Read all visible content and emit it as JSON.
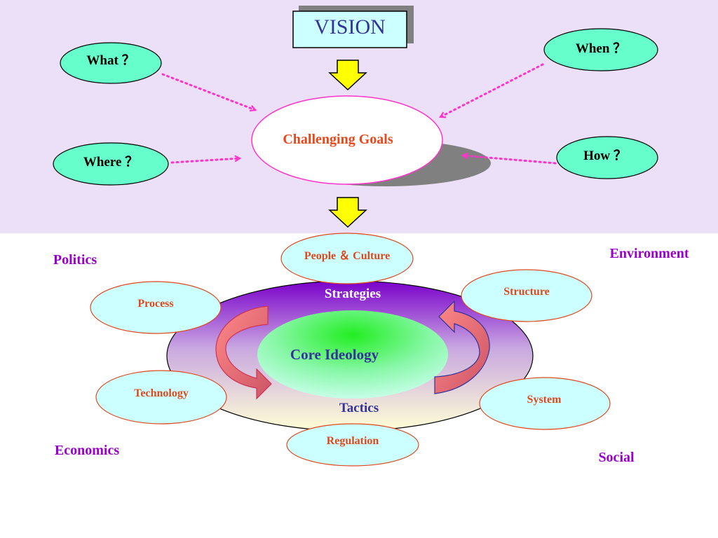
{
  "top": {
    "title": "VISION",
    "goal": "Challenging Goals",
    "questions": {
      "what": "What ？",
      "when": "When ？",
      "where": "Where ？",
      "how": "How ？"
    }
  },
  "bottom": {
    "forces": {
      "politics": "Politics",
      "environment": "Environment",
      "economics": "Economics",
      "social": "Social"
    },
    "ring": {
      "strategies": "Strategies",
      "tactics": "Tactics",
      "core": "Core Ideology"
    },
    "elements": {
      "people": "People ＆ Culture",
      "process": "Process",
      "structure": "Structure",
      "technology": "Technology",
      "system": "System",
      "regulation": "Regulation"
    }
  },
  "colors": {
    "top_background": "#ece0f8",
    "question_fill": "#66ffcc",
    "element_fill": "#ccffff",
    "element_border": "#e0481c",
    "accent_red": "#e8481c",
    "force_label": "#9900cc",
    "ring_label": "#333399",
    "dotted_arrow": "#ff33cc",
    "block_arrow": "#ffff00",
    "core_fill": "#33ff33"
  },
  "icons": [
    "block-arrow-down-icon",
    "dotted-arrow-icon",
    "curved-arrow-icon"
  ]
}
